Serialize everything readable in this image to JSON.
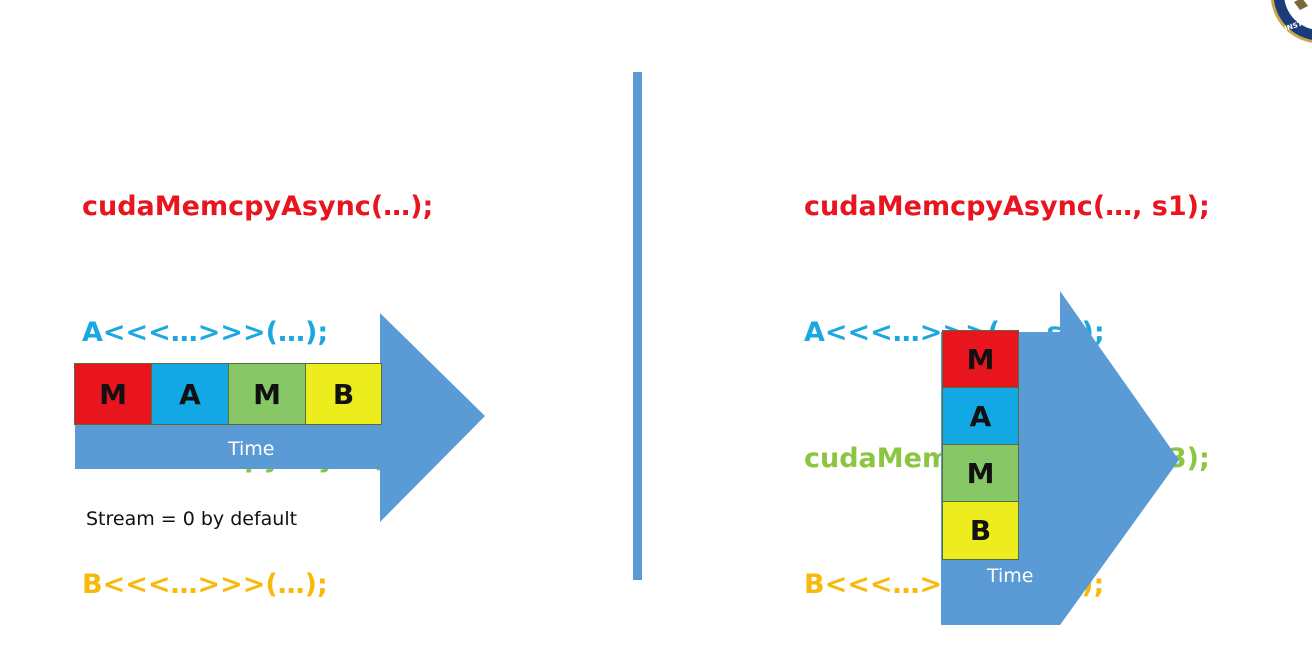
{
  "left": {
    "code_lines": [
      {
        "text": "cudaMemcpyAsync(…);",
        "color": "#e8141e"
      },
      {
        "text": "A<<<…>>>(…);",
        "color": "#1ba7df"
      },
      {
        "text": "cudaMemcpyAsync(…);",
        "color": "#8cc540"
      },
      {
        "text": "B<<<…>>>(…);",
        "color": "#f9b90b"
      }
    ],
    "blocks": [
      {
        "label": "M",
        "color": "#e8141e"
      },
      {
        "label": "A",
        "color": "#11a8e3"
      },
      {
        "label": "M",
        "color": "#88c766"
      },
      {
        "label": "B",
        "color": "#eded1e"
      }
    ],
    "time_label": "Time",
    "note": "Stream = 0 by default"
  },
  "right": {
    "code_lines": [
      {
        "text": "cudaMemcpyAsync(…, s1);",
        "color": "#e8141e"
      },
      {
        "text": "A<<<…>>>(…, s2);",
        "color": "#1ba7df"
      },
      {
        "text": "cudaMemcpyAsync(…, s3);",
        "color": "#8cc540"
      },
      {
        "text": "B<<<…>>>(…, s4);",
        "color": "#f9b90b"
      }
    ],
    "blocks": [
      {
        "label": "M",
        "color": "#e8141e"
      },
      {
        "label": "A",
        "color": "#11a8e3"
      },
      {
        "label": "M",
        "color": "#88c766"
      },
      {
        "label": "B",
        "color": "#eded1e"
      }
    ],
    "time_label": "Time"
  },
  "colors": {
    "arrow": "#5b9bd5",
    "divider": "#5b9bd5",
    "seal_blue": "#1b3c7a",
    "seal_gold": "#c8a84b"
  },
  "seal": {
    "text": "GIA INSTITUTE O"
  }
}
